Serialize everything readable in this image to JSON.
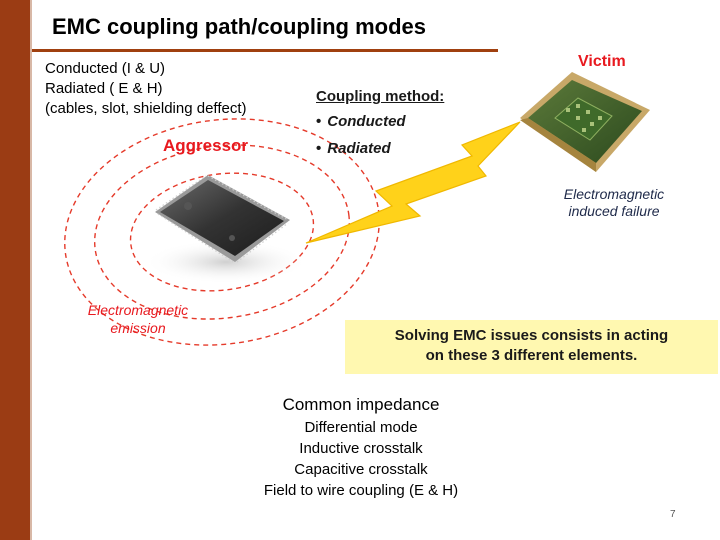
{
  "title": "EMC coupling path/coupling modes",
  "top_left": [
    "Conducted (I & U)",
    "Radiated ( E & H)",
    "(cables,  slot, shielding deffect)"
  ],
  "victim_label": "Victim",
  "coupling": {
    "heading": "Coupling method:",
    "items": [
      "Conducted",
      "Radiated"
    ]
  },
  "aggressor_label": "Aggressor",
  "em_failure": [
    "Electromagnetic",
    "induced failure"
  ],
  "em_emission": [
    "Electromagnetic",
    "emission"
  ],
  "solving": [
    "Solving EMC issues consists in acting",
    "on these 3 different elements."
  ],
  "bottom": {
    "main": "Common impedance",
    "items": [
      "Differential mode",
      "Inductive crosstalk",
      "Capacitive crosstalk",
      "Field to wire coupling (E & H)"
    ]
  },
  "page_number": "7",
  "colors": {
    "accent_bar": "#9b3c14",
    "red_text": "#e8191f",
    "lightning": "#ffd21a",
    "highlight_box": "#fff8b0"
  }
}
